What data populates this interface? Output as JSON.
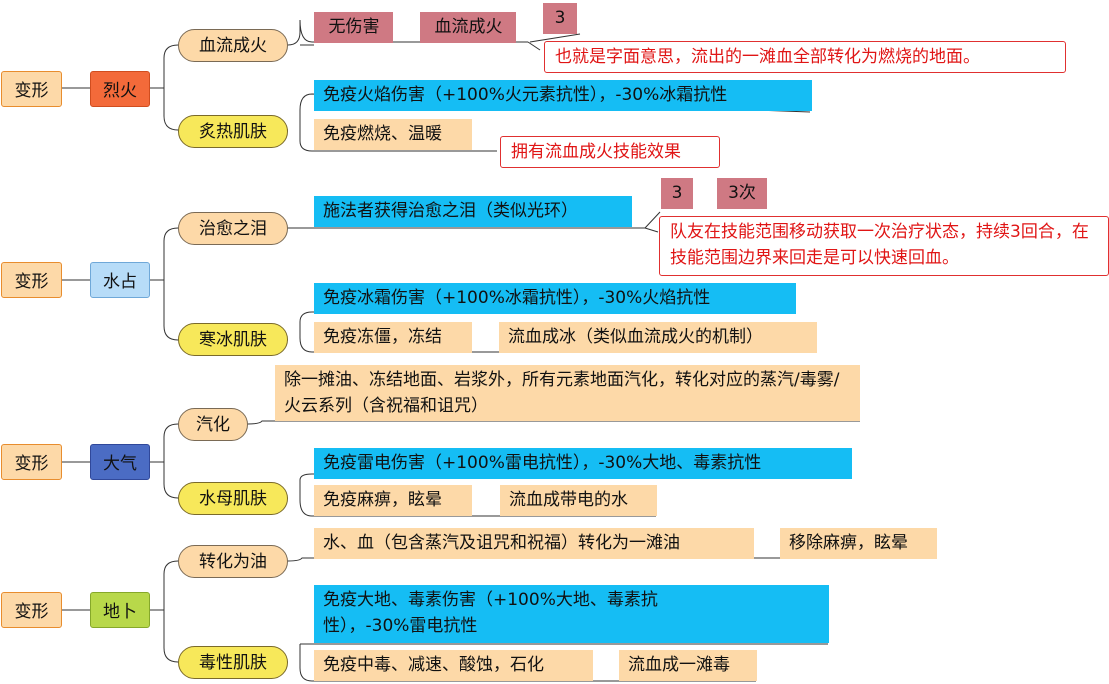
{
  "sections": [
    {
      "root": "变形",
      "category": "烈火",
      "sub1": {
        "label": "血流成火",
        "tags": [
          "无伤害",
          "血流成火"
        ],
        "badge": "3",
        "note": "也就是字面意思，流出的一滩血全部转化为燃烧的地面。"
      },
      "sub2": {
        "label": "炙热肌肤",
        "immunity_damage": "免疫火焰伤害（+100%火元素抗性），-30%冰霜抗性",
        "immunity_status": "免疫燃烧、温暖",
        "note": "拥有流血成火技能效果"
      }
    },
    {
      "root": "变形",
      "category": "水占",
      "sub1": {
        "label": "治愈之泪",
        "effect": "施法者获得治愈之泪（类似光环）",
        "badges": [
          "3",
          "3次"
        ],
        "note": "队友在技能范围移动获取一次治疗状态，持续3回合，在技能范围边界来回走是可以快速回血。"
      },
      "sub2": {
        "label": "寒冰肌肤",
        "immunity_damage": "免疫冰霜伤害（+100%冰霜抗性），-30%火焰抗性",
        "immunity_status": "免疫冻僵，冻结",
        "extra": "流血成冰（类似血流成火的机制）"
      }
    },
    {
      "root": "变形",
      "category": "大气",
      "sub1": {
        "label": "汽化",
        "effect": "除一摊油、冻结地面、岩浆外，所有元素地面汽化，转化对应的蒸汽/毒雾/火云系列（含祝福和诅咒）"
      },
      "sub2": {
        "label": "水母肌肤",
        "immunity_damage": "免疫雷电伤害（+100%雷电抗性），-30%大地、毒素抗性",
        "immunity_status": "免疫麻痹，眩晕",
        "extra": "流血成带电的水"
      }
    },
    {
      "root": "变形",
      "category": "地卜",
      "sub1": {
        "label": "转化为油",
        "effect": "水、血（包含蒸汽及诅咒和祝福）转化为一滩油",
        "extra": "移除麻痹，眩晕"
      },
      "sub2": {
        "label": "毒性肌肤",
        "immunity_damage": "免疫大地、毒素伤害（+100%大地、毒素抗性），-30%雷电抗性",
        "immunity_status": "免疫中毒、减速、酸蚀，石化",
        "extra": "流血成一滩毒"
      }
    }
  ]
}
